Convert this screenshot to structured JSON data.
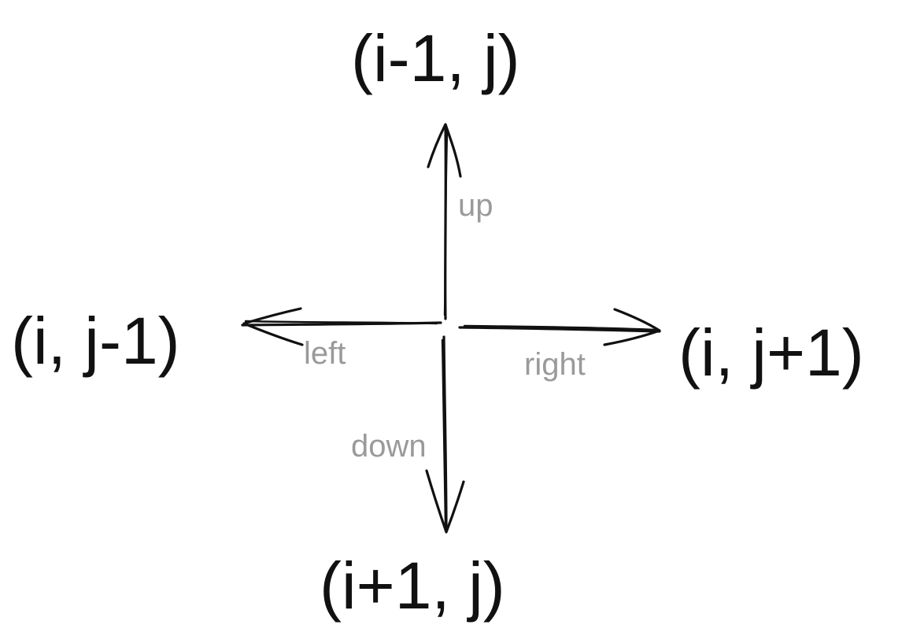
{
  "nodes": {
    "top": "(i-1, j)",
    "left": "(i, j-1)",
    "right": "(i, j+1)",
    "bottom": "(i+1, j)"
  },
  "directions": {
    "up": "up",
    "left": "left",
    "right": "right",
    "down": "down"
  },
  "colors": {
    "coordinate_text": "#111111",
    "direction_text": "#9a9a9a",
    "arrow": "#111111"
  }
}
